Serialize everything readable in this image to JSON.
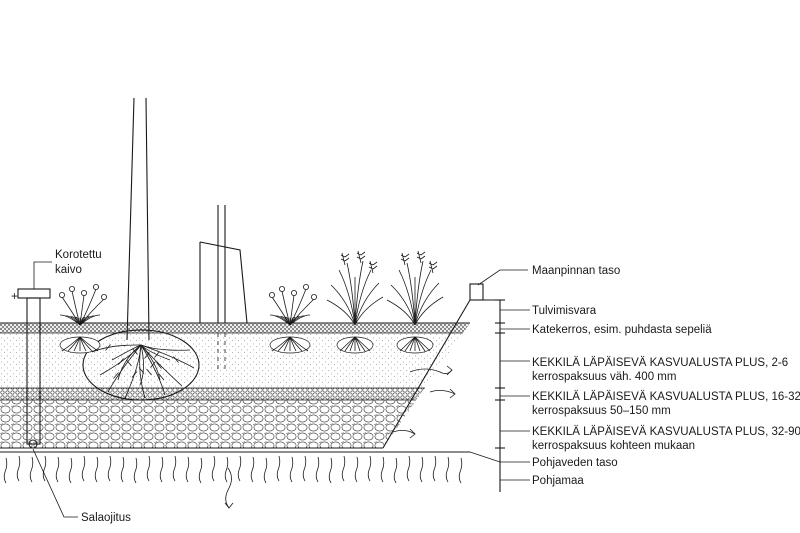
{
  "labels": {
    "korotettu_kaivo_line1": "Korotettu",
    "korotettu_kaivo_line2": "kaivo",
    "salaojitus": "Salaojitus",
    "maanpinnan_taso": "Maanpinnan taso",
    "tulvimisvara": "Tulvimisvara",
    "katekerros": "Katekerros, esim. puhdasta sepeliä",
    "kasvualusta_2_6_line1": "KEKKILÄ LÄPÄISEVÄ KASVUALUSTA PLUS, 2-6",
    "kasvualusta_2_6_line2": "kerrospaksuus väh. 400 mm",
    "kasvualusta_16_32_line1": "KEKKILÄ LÄPÄISEVÄ KASVUALUSTA PLUS, 16-32",
    "kasvualusta_16_32_line2": "kerrospaksuus 50–150 mm",
    "kasvualusta_32_90_line1": "KEKKILÄ LÄPÄISEVÄ KASVUALUSTA PLUS, 32-90",
    "kasvualusta_32_90_line2": "kerrospaksuus kohteen mukaan",
    "pohjaveden_taso": "Pohjaveden taso",
    "pohjamaa": "Pohjamaa"
  },
  "colors": {
    "line": "#1a1a1a",
    "background": "#ffffff",
    "mulch_layer": "#e6e6e6"
  }
}
